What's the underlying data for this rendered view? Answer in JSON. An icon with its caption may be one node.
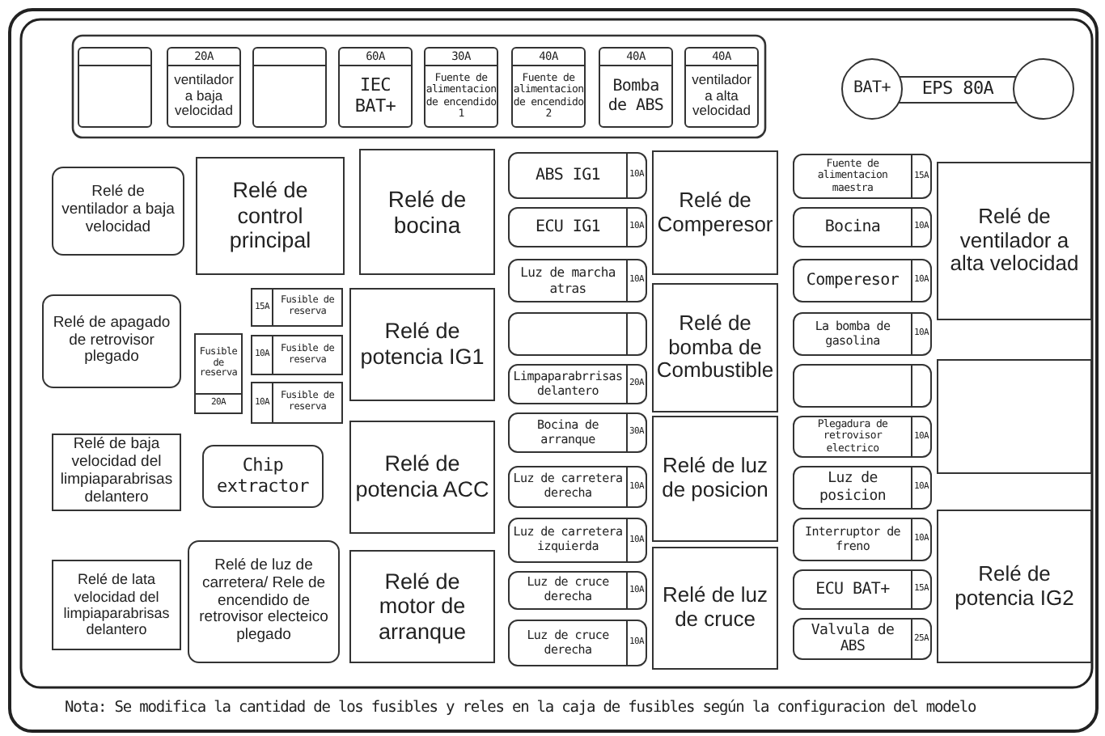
{
  "diagram": {
    "nodes": [
      {
        "text": [],
        "shape": "box"
      },
      {
        "text": [
          "20A",
          "ventilador a baja velocidad"
        ]
      },
      {
        "text": [],
        "shape": "box"
      },
      {
        "text": [
          "60A",
          "IEC BAT+"
        ]
      },
      {
        "text": [
          "30A",
          "Fuente de alimentacion de encendido 1"
        ]
      },
      {
        "text": [
          "40A",
          "Fuente de alimentacion de encendido 2"
        ]
      },
      {
        "text": [
          "40A",
          "Bomba de ABS"
        ]
      },
      {
        "text": [
          "40A",
          "ventilador a alta velocidad"
        ]
      },
      {
        "text": [
          "BAT+",
          "EPS 80A"
        ]
      },
      {
        "text": [
          "Relé de ventilador a baja velocidad"
        ]
      },
      {
        "text": [
          "Relé de control principal"
        ]
      },
      {
        "text": [
          "Relé de bocina"
        ]
      },
      {
        "text": [
          "Relé de apagado de retrovisor plegado"
        ]
      },
      {
        "text": [
          "Fusible de reserva",
          "20A"
        ]
      },
      {
        "text": [
          "15A",
          "Fusible de reserva"
        ]
      },
      {
        "text": [
          "10A",
          "Fusible de reserva"
        ]
      },
      {
        "text": [
          "10A",
          "Fusible de reserva"
        ]
      },
      {
        "text": [
          "Relé de potencia IG1"
        ]
      },
      {
        "text": [
          "Relé de baja velocidad del limpiaparabrisas delantero"
        ]
      },
      {
        "text": [
          "Chip extractor"
        ]
      },
      {
        "text": [
          "Relé de potencia ACC"
        ]
      },
      {
        "text": [
          "Relé de lata velocidad del limpiaparabrisas delantero"
        ]
      },
      {
        "text": [
          "Relé de luz de carretera/ Rele de encendido de retrovisor electeico plegado"
        ]
      },
      {
        "text": [
          "Relé de motor de arranque"
        ]
      },
      {
        "text": [
          "ABS IG1",
          "10A"
        ]
      },
      {
        "text": [
          "ECU IG1",
          "10A"
        ]
      },
      {
        "text": [
          "Luz de marcha atras",
          "10A"
        ]
      },
      {
        "text": [],
        "shape": "box"
      },
      {
        "text": [
          "Limpaparabrrisas delantero",
          "20A"
        ]
      },
      {
        "text": [
          "Bocina de arranque",
          "30A"
        ]
      },
      {
        "text": [
          "Luz de carretera derecha",
          "10A"
        ]
      },
      {
        "text": [
          "Luz de carretera izquierda",
          "10A"
        ]
      },
      {
        "text": [
          "Luz de cruce derecha",
          "10A"
        ]
      },
      {
        "text": [
          "Luz de cruce derecha",
          "10A"
        ]
      },
      {
        "text": [
          "Relé de Comperesor"
        ]
      },
      {
        "text": [
          "Relé de bomba de Combustible"
        ]
      },
      {
        "text": [
          "Relé de luz de posicion"
        ]
      },
      {
        "text": [
          "Relé de luz de cruce"
        ]
      },
      {
        "text": [
          "Fuente de alimentacion maestra",
          "15A"
        ]
      },
      {
        "text": [
          "Bocina",
          "10A"
        ]
      },
      {
        "text": [
          "Comperesor",
          "10A"
        ]
      },
      {
        "text": [
          "La bomba de gasolina",
          "10A"
        ]
      },
      {
        "text": [],
        "shape": "box"
      },
      {
        "text": [
          "Plegadura de retrovisor electrico",
          "10A"
        ]
      },
      {
        "text": [
          "Luz de posicion",
          "10A"
        ]
      },
      {
        "text": [
          "Interruptor de freno",
          "10A"
        ]
      },
      {
        "text": [
          "ECU BAT+",
          "15A"
        ]
      },
      {
        "text": [
          "Valvula de ABS",
          "25A"
        ]
      },
      {
        "text": [
          "Relé de ventilador a alta velocidad"
        ]
      },
      {
        "text": [],
        "shape": "box"
      },
      {
        "text": [
          "Relé de potencia IG2"
        ]
      }
    ],
    "labels": [
      "Nota: Se modifica la cantidad de los fusibles y reles en la caja de fusibles según la configuracion del modelo"
    ]
  }
}
